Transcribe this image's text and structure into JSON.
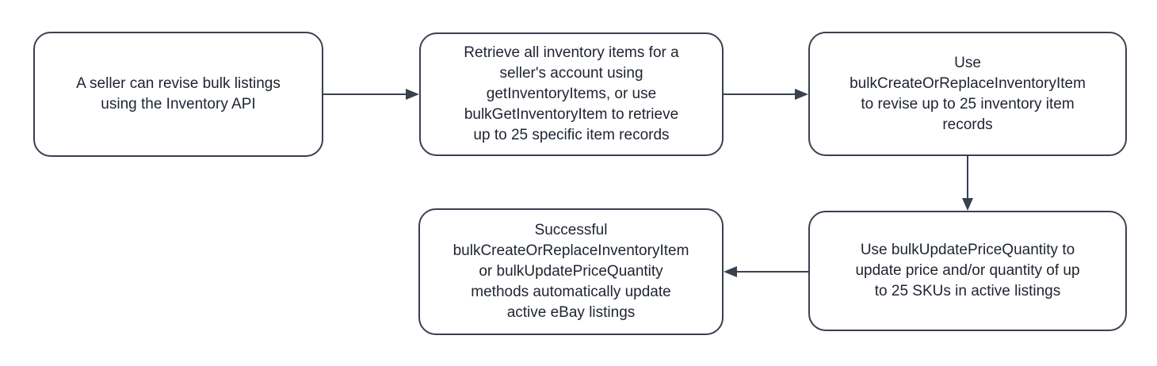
{
  "colors": {
    "background": "#ffffff",
    "node_fill": "#ffffff",
    "node_border": "#39414f",
    "arrow": "#39414f",
    "text": "#1e2430"
  },
  "flowchart": {
    "nodes": [
      {
        "id": "seller-revise-bulk",
        "label": "A seller can revise bulk listings\nusing the Inventory API"
      },
      {
        "id": "retrieve-inventory-items",
        "label": "Retrieve all inventory items for a\nseller's account using\ngetInventoryItems, or use\nbulkGetInventoryItem to retrieve\nup to 25 specific item records"
      },
      {
        "id": "bulk-create-or-replace",
        "label": "Use\nbulkCreateOrReplaceInventoryItem\nto revise up to 25 inventory item\nrecords"
      },
      {
        "id": "bulk-update-price-quantity",
        "label": "Use bulkUpdatePriceQuantity to\nupdate price and/or quantity of up\nto 25 SKUs in active listings"
      },
      {
        "id": "successful-methods-update",
        "label": "Successful\nbulkCreateOrReplaceInventoryItem\nor bulkUpdatePriceQuantity\nmethods automatically update\nactive eBay listings"
      }
    ],
    "edges": [
      {
        "from": "seller-revise-bulk",
        "to": "retrieve-inventory-items",
        "direction": "right"
      },
      {
        "from": "retrieve-inventory-items",
        "to": "bulk-create-or-replace",
        "direction": "right"
      },
      {
        "from": "bulk-create-or-replace",
        "to": "bulk-update-price-quantity",
        "direction": "down"
      },
      {
        "from": "bulk-update-price-quantity",
        "to": "successful-methods-update",
        "direction": "left"
      }
    ]
  }
}
